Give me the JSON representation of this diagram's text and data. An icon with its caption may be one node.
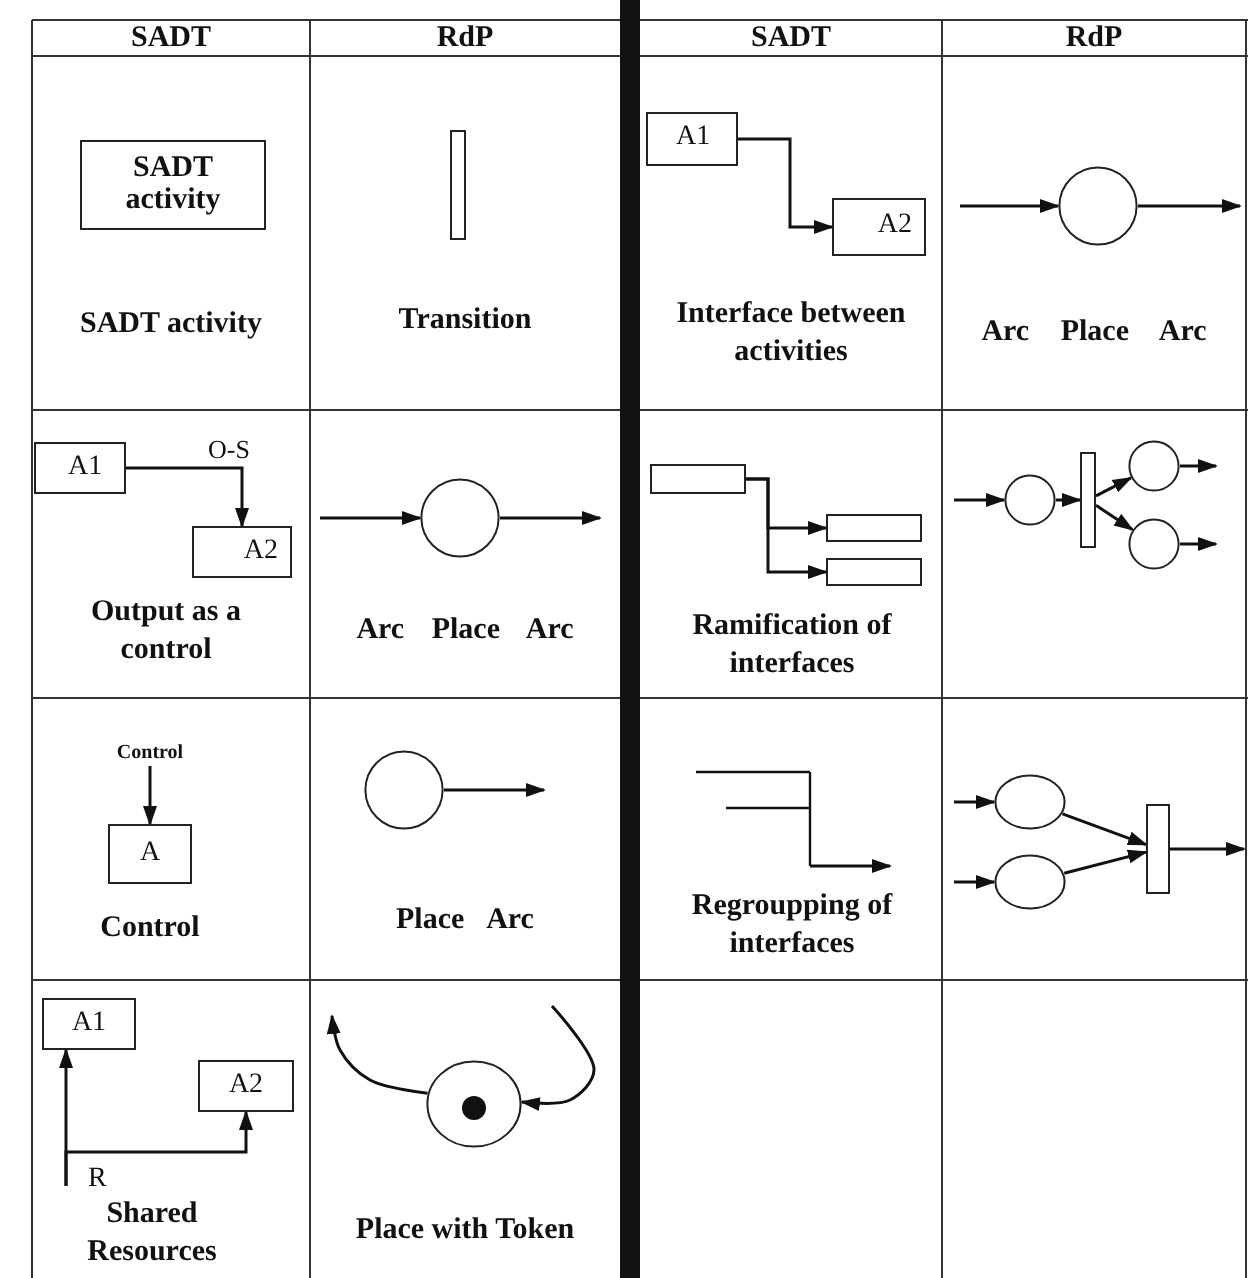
{
  "diagram": {
    "nodes": [
      {
        "text": [
          "SADT activity"
        ]
      },
      {
        "text": [],
        "shape": "bar"
      },
      {
        "text": [
          "A1"
        ]
      },
      {
        "text": [
          "A2"
        ]
      },
      {
        "text": [],
        "shape": "circle"
      },
      {
        "text": [
          "A1"
        ]
      },
      {
        "text": [
          "A2"
        ]
      },
      {
        "text": [],
        "shape": "circle"
      },
      {
        "text": [],
        "shape": "box"
      },
      {
        "text": [],
        "shape": "box"
      },
      {
        "text": [],
        "shape": "box"
      },
      {
        "text": [],
        "shape": "circle"
      },
      {
        "text": [],
        "shape": "bar"
      },
      {
        "text": [],
        "shape": "circle"
      },
      {
        "text": [],
        "shape": "circle"
      },
      {
        "text": [
          "Control"
        ]
      },
      {
        "text": [
          "A"
        ]
      },
      {
        "text": [],
        "shape": "circle"
      },
      {
        "text": [],
        "shape": "ellipse"
      },
      {
        "text": [],
        "shape": "ellipse"
      },
      {
        "text": [],
        "shape": "bar"
      },
      {
        "text": [
          "A1"
        ]
      },
      {
        "text": [
          "A2"
        ]
      },
      {
        "text": [],
        "shape": "circle"
      }
    ],
    "edges": [
      {
        "from": 2,
        "to": 3,
        "arrow": "to"
      },
      {
        "from": null,
        "to": 4,
        "arrow": "to"
      },
      {
        "from": 4,
        "to": null,
        "arrow": "to"
      },
      {
        "from": 5,
        "to": 6,
        "arrow": "to",
        "label": "O-S"
      },
      {
        "from": null,
        "to": 7,
        "arrow": "to"
      },
      {
        "from": 7,
        "to": null,
        "arrow": "to"
      },
      {
        "from": 8,
        "to": 9,
        "arrow": "to"
      },
      {
        "from": 8,
        "to": 10,
        "arrow": "to"
      },
      {
        "from": null,
        "to": 11,
        "arrow": "to"
      },
      {
        "from": 11,
        "to": 12,
        "arrow": "to"
      },
      {
        "from": 12,
        "to": 13,
        "arrow": "to"
      },
      {
        "from": 12,
        "to": 14,
        "arrow": "to"
      },
      {
        "from": 13,
        "to": null,
        "arrow": "to"
      },
      {
        "from": 14,
        "to": null,
        "arrow": "to"
      },
      {
        "from": 15,
        "to": 16,
        "arrow": "to"
      },
      {
        "from": 17,
        "to": null,
        "arrow": "to"
      },
      {
        "from": null,
        "to": 18,
        "arrow": "to"
      },
      {
        "from": null,
        "to": 19,
        "arrow": "to"
      },
      {
        "from": 18,
        "to": 20,
        "arrow": "to"
      },
      {
        "from": 19,
        "to": 20,
        "arrow": "to"
      },
      {
        "from": 20,
        "to": null,
        "arrow": "to"
      },
      {
        "from": null,
        "to": 21,
        "arrow": "to"
      },
      {
        "from": null,
        "to": 22,
        "arrow": "to"
      },
      {
        "from": 23,
        "to": null,
        "arrow": "to"
      },
      {
        "from": null,
        "to": 23,
        "arrow": "to"
      }
    ],
    "labels": [
      "SADT",
      "RdP",
      "SADT",
      "RdP",
      "SADT activity",
      "Transition",
      "Interface between activities",
      "Arc Place Arc",
      "Output as a control",
      "Arc Place Arc",
      "Ramification of interfaces",
      "Control",
      "Place Arc",
      "Regroupping of interfaces",
      "R",
      "Shared Resources",
      "Place with Token"
    ]
  }
}
